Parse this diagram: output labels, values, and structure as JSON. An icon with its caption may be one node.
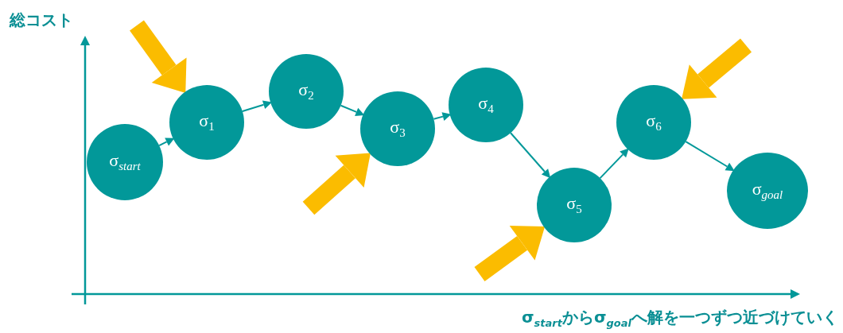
{
  "diagram": {
    "nodes": [
      {
        "text": [
          "σ$_{start}$"
        ]
      },
      {
        "text": [
          "σ$_{1}$"
        ]
      },
      {
        "text": [
          "σ$_{2}$"
        ]
      },
      {
        "text": [
          "σ$_{3}$"
        ]
      },
      {
        "text": [
          "σ$_{4}$"
        ]
      },
      {
        "text": [
          "σ$_{5}$"
        ]
      },
      {
        "text": [
          "σ$_{6}$"
        ]
      },
      {
        "text": [
          "σ$_{goal}$"
        ]
      }
    ],
    "edges": [
      {
        "from": 0,
        "to": 1,
        "arrow": "to"
      },
      {
        "from": 1,
        "to": 2,
        "arrow": "to"
      },
      {
        "from": 2,
        "to": 3,
        "arrow": "to"
      },
      {
        "from": 3,
        "to": 4,
        "arrow": "to"
      },
      {
        "from": 4,
        "to": 5,
        "arrow": "to"
      },
      {
        "from": 5,
        "to": 6,
        "arrow": "to"
      },
      {
        "from": 6,
        "to": 7,
        "arrow": "to"
      },
      {
        "from": null,
        "to": 1,
        "arrow": "to",
        "style": "thick",
        "color": "#fbbc00"
      },
      {
        "from": null,
        "to": 3,
        "arrow": "to",
        "style": "thick",
        "color": "#fbbc00"
      },
      {
        "from": null,
        "to": 5,
        "arrow": "to",
        "style": "thick",
        "color": "#fbbc00"
      },
      {
        "from": null,
        "to": 6,
        "arrow": "to",
        "style": "thick",
        "color": "#fbbc00"
      }
    ],
    "labels": [
      "総コスト",
      "σ$_{start}$からσ$_{goal}$へ解を一つずつ近づけていく"
    ]
  }
}
